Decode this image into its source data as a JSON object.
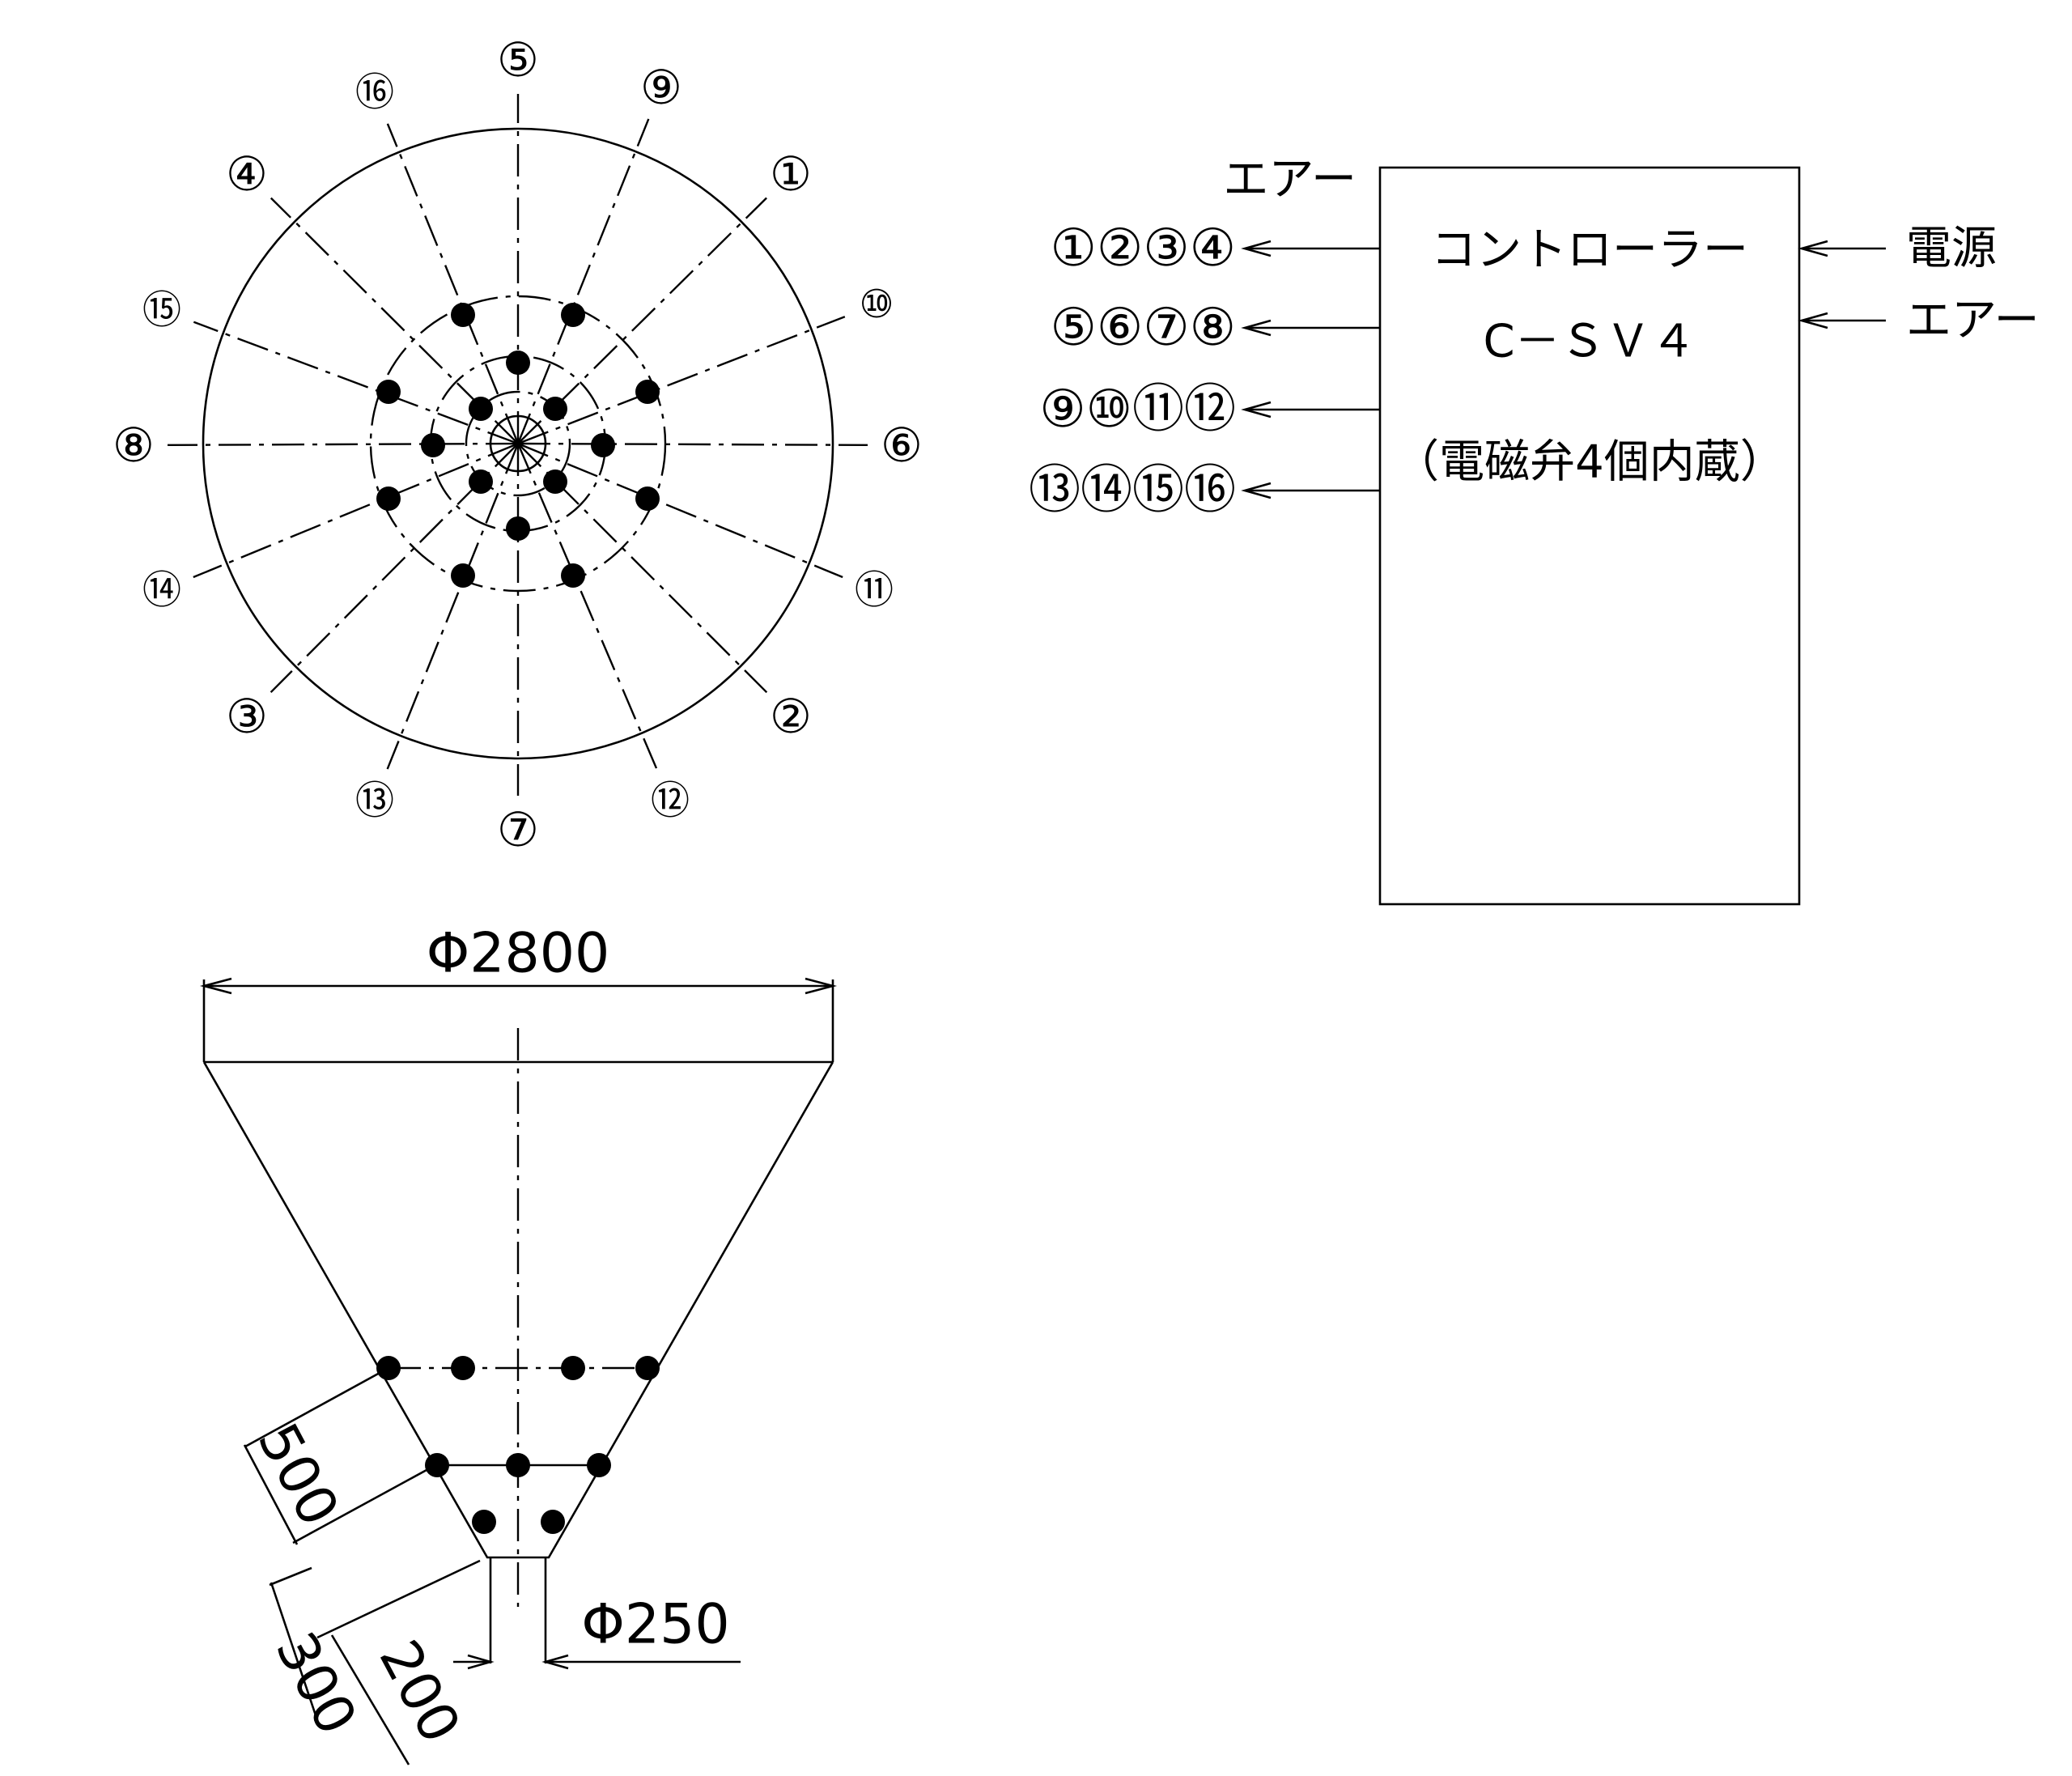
{
  "plan_view": {
    "nozzle_labels": [
      "①",
      "②",
      "③",
      "④",
      "⑤",
      "⑥",
      "⑦",
      "⑧",
      "⑨",
      "⑩",
      "⑪",
      "⑫",
      "⑬",
      "⑭",
      "⑮",
      "⑯"
    ]
  },
  "controller": {
    "title": "コントローラー",
    "model": "C－ＳＶ４",
    "note": "（電磁弁4個内蔵）",
    "air_in_top": "エアー",
    "power_label": "電源",
    "air_label": "エアー",
    "outputs": [
      "①②③④",
      "⑤⑥⑦⑧",
      "⑨⑩⑪⑫",
      "⑬⑭⑮⑯"
    ]
  },
  "side_view": {
    "top_diameter": "Φ2800",
    "bottom_diameter": "Φ250",
    "dim_500": "500",
    "dim_300": "300",
    "dim_200": "200"
  }
}
